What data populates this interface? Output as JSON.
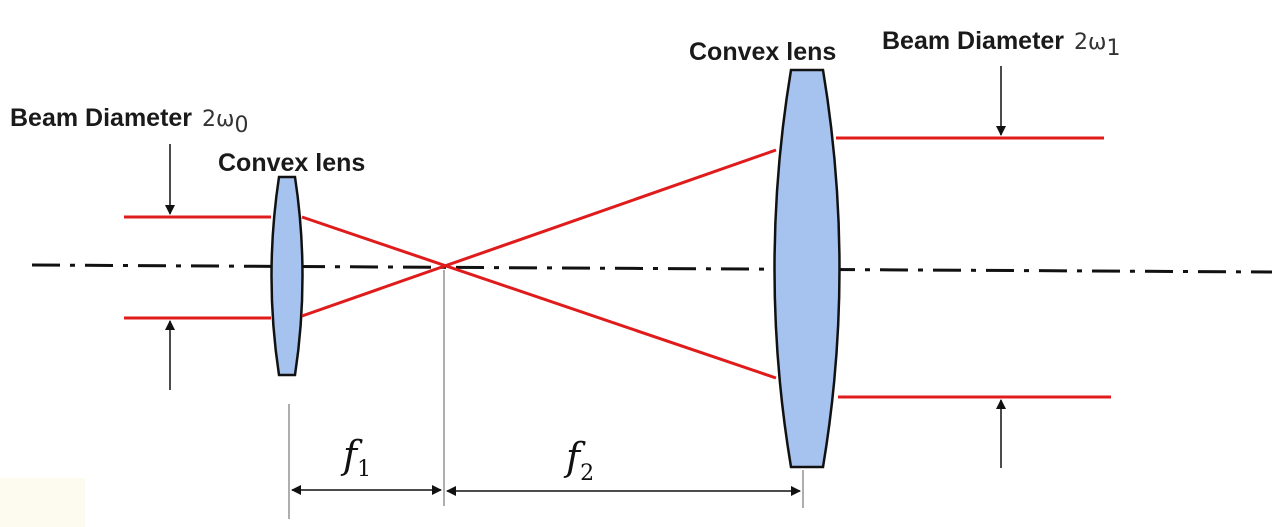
{
  "labels": {
    "beam_in_title": "Beam Diameter",
    "beam_in_value": "2ω",
    "beam_in_sub": "0",
    "lens1": "Convex lens",
    "lens2": "Convex lens",
    "beam_out_title": "Beam Diameter",
    "beam_out_value": "2ω",
    "beam_out_sub": "1",
    "f1_symbol": "f",
    "f1_sub": "1",
    "f2_symbol": "f",
    "f2_sub": "2"
  },
  "colors": {
    "beam": "#e01b1b",
    "lens_fill": "#a6c2ee",
    "lens_stroke": "#111111",
    "axis": "#111111",
    "arrow": "#111111",
    "guide": "#777777"
  }
}
